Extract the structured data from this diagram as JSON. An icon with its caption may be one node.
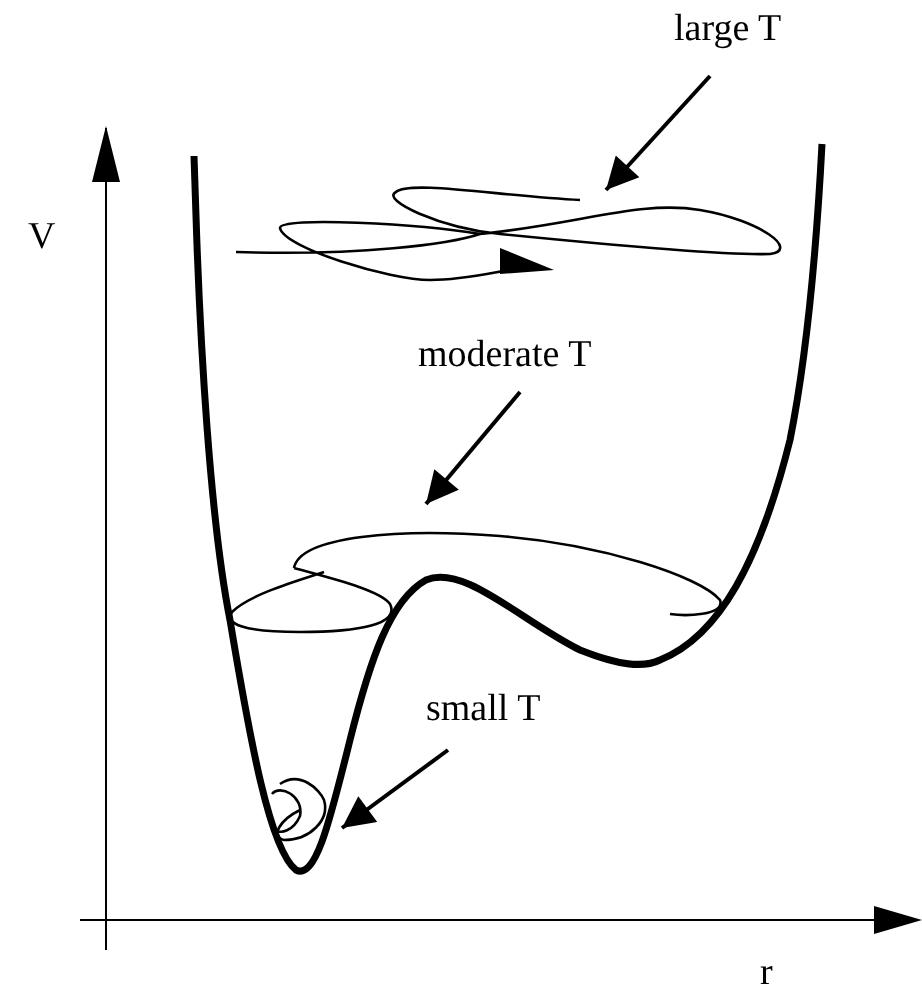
{
  "diagram": {
    "nodes": [
      {
        "text": [
          "large T"
        ]
      },
      {
        "text": [],
        "shape": "picture"
      },
      {
        "text": [
          "moderate T"
        ]
      },
      {
        "text": [],
        "shape": "picture"
      },
      {
        "text": [
          "small T"
        ]
      },
      {
        "text": [],
        "shape": "picture"
      }
    ],
    "edges": [
      {
        "from": 0,
        "to": 1,
        "arrow": "to"
      },
      {
        "from": 2,
        "to": 3,
        "arrow": "to"
      },
      {
        "from": 4,
        "to": 5,
        "arrow": "to"
      }
    ],
    "labels": [
      "V",
      "r"
    ]
  }
}
